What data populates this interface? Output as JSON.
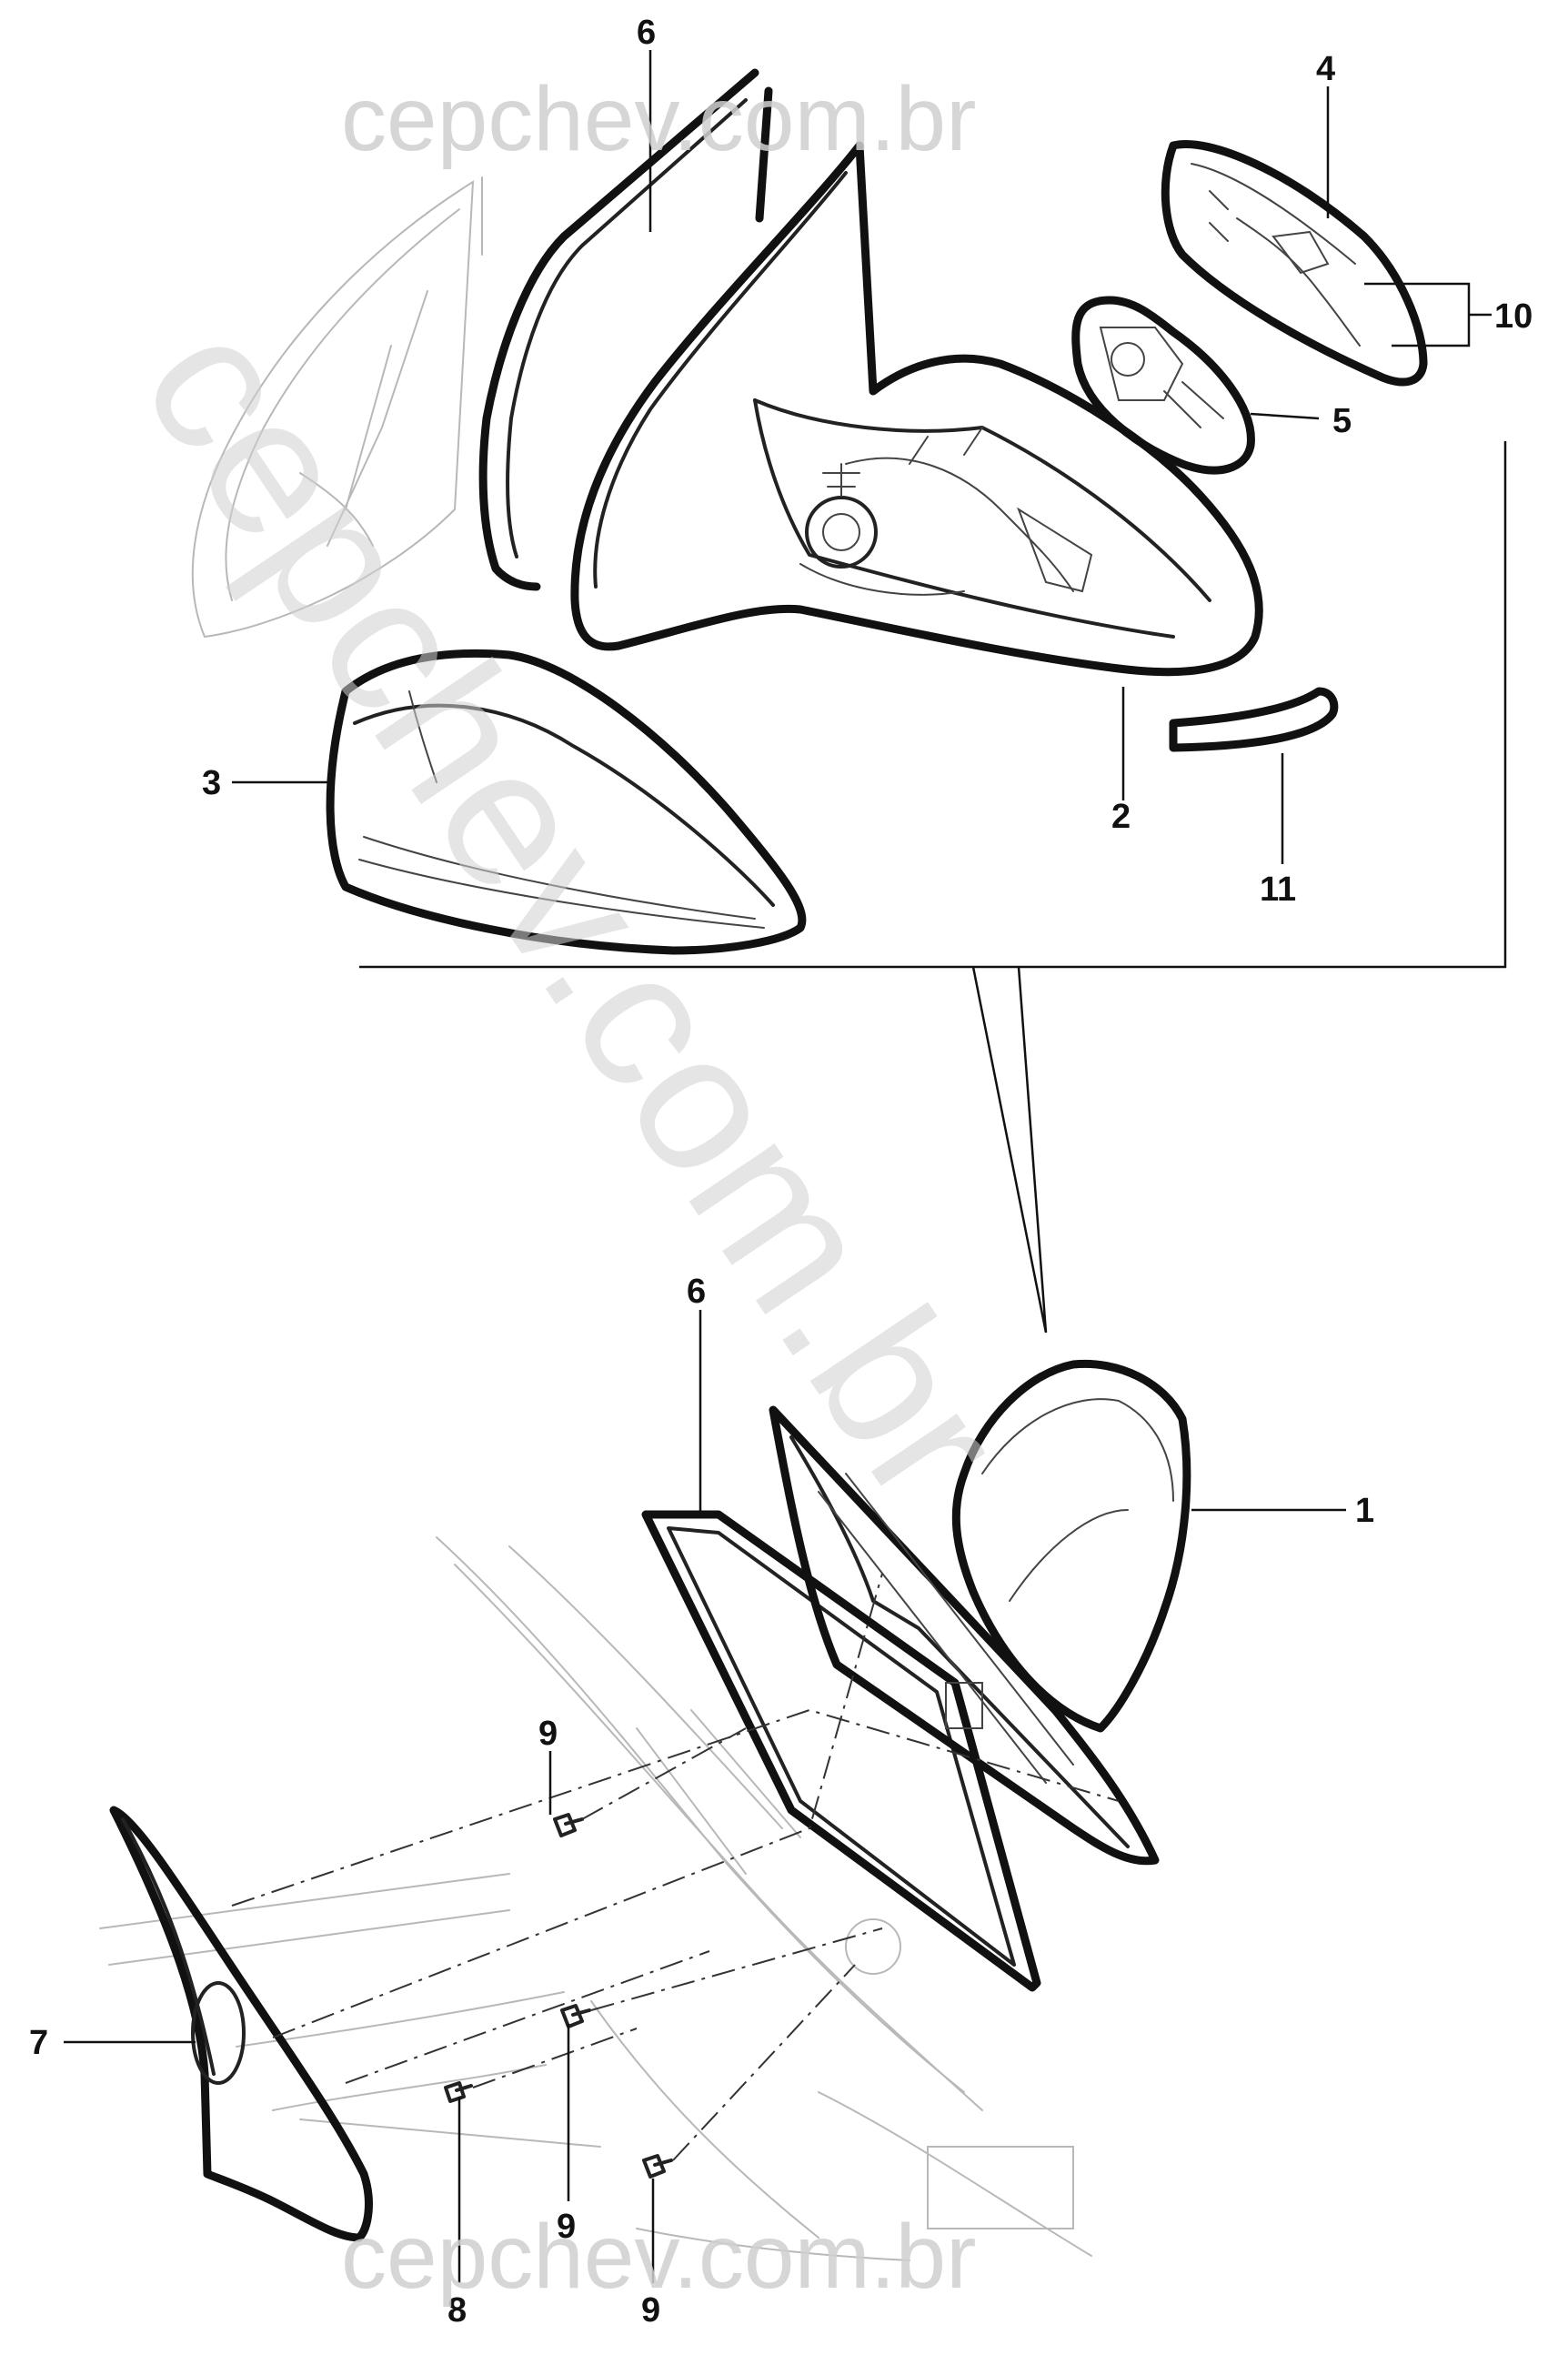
{
  "watermark": {
    "top": "cepchev.com.br",
    "diagonal": "cepchev.com.br",
    "bottom": "cepchev.com.br"
  },
  "callouts": {
    "c1": "1",
    "c2": "2",
    "c3": "3",
    "c4": "4",
    "c5": "5",
    "c6_top": "6",
    "c6_bottom": "6",
    "c7": "7",
    "c8": "8",
    "c9_a": "9",
    "c9_b": "9",
    "c9_c": "9",
    "c10": "10",
    "c11": "11"
  }
}
